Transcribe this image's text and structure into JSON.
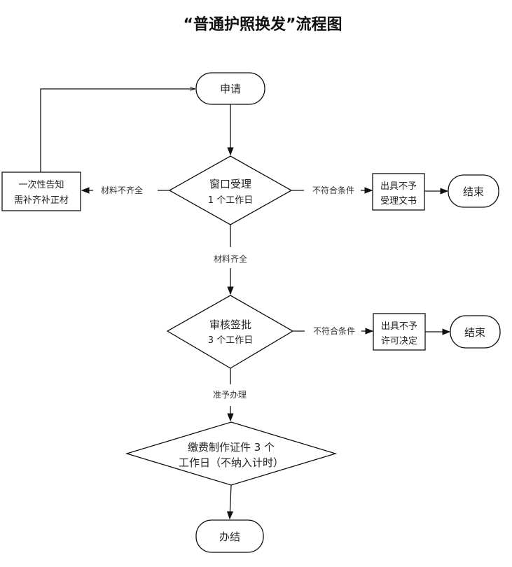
{
  "title": "“普通护照换发”流程图",
  "nodes": {
    "apply": {
      "text": "申请",
      "shape": "terminal"
    },
    "window": {
      "line1": "窗口受理",
      "line2": "1 个工作日",
      "shape": "decision"
    },
    "notify": {
      "line1": "一次性告知",
      "line2": "需补齐补正材",
      "shape": "process"
    },
    "reject1": {
      "line1": "出具不予",
      "line2": "受理文书",
      "shape": "process"
    },
    "end1": {
      "text": "结束",
      "shape": "terminal"
    },
    "review": {
      "line1": "审核签批",
      "line2": "3 个工作日",
      "shape": "decision"
    },
    "reject2": {
      "line1": "出具不予",
      "line2": "许可决定",
      "shape": "process"
    },
    "end2": {
      "text": "结束",
      "shape": "terminal"
    },
    "produce": {
      "line1": "缴费制作证件 3 个",
      "line2": "工作日（不纳入计时）",
      "shape": "decision"
    },
    "done": {
      "text": "办结",
      "shape": "terminal"
    }
  },
  "edges": {
    "incomplete": "材料不齐全",
    "complete": "材料齐全",
    "unqualified1": "不符合条件",
    "unqualified2": "不符合条件",
    "approved": "准予办理"
  }
}
